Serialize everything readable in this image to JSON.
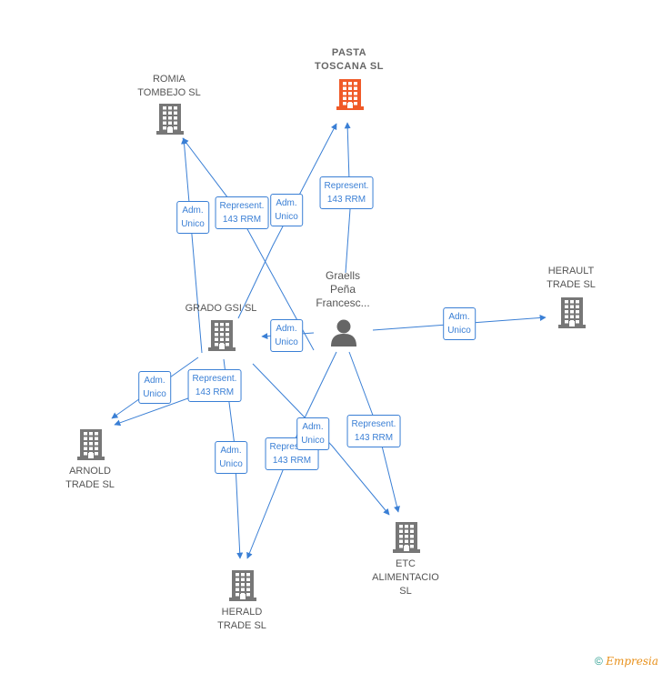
{
  "colors": {
    "edge": "#3a7fd5",
    "building": "#777777",
    "building_highlight": "#f05a28",
    "person": "#666666"
  },
  "nodes": [
    {
      "id": "pasta",
      "label": "PASTA\nTOSCANA  SL",
      "icon": "building-icon",
      "highlight": true
    },
    {
      "id": "romia",
      "label": "ROMIA\nTOMBEJO  SL",
      "icon": "building-icon"
    },
    {
      "id": "grado",
      "label": "GRADO GSI  SL",
      "icon": "building-icon"
    },
    {
      "id": "graells",
      "label": "Graells\nPeña\nFrancesc...",
      "icon": "person-icon"
    },
    {
      "id": "herault",
      "label": "HERAULT\nTRADE SL",
      "icon": "building-icon"
    },
    {
      "id": "arnold",
      "label": "ARNOLD\nTRADE SL",
      "icon": "building-icon"
    },
    {
      "id": "herald",
      "label": "HERALD\nTRADE SL",
      "icon": "building-icon"
    },
    {
      "id": "etc",
      "label": "ETC\nALIMENTACIO\nSL",
      "icon": "building-icon"
    }
  ],
  "edges": [
    {
      "from": "grado",
      "to": "romia",
      "label": "Adm.\nUnico"
    },
    {
      "from": "graells",
      "to": "romia",
      "label": "Represent.\n143 RRM"
    },
    {
      "from": "grado",
      "to": "pasta",
      "label": "Adm.\nUnico"
    },
    {
      "from": "graells",
      "to": "pasta",
      "label": "Represent.\n143 RRM"
    },
    {
      "from": "graells",
      "to": "herault",
      "label": "Adm.\nUnico"
    },
    {
      "from": "graells",
      "to": "grado",
      "label": "Adm.\nUnico"
    },
    {
      "from": "grado",
      "to": "arnold",
      "label": "Adm.\nUnico"
    },
    {
      "from": "grado",
      "to": "arnold",
      "label": "Represent.\n143 RRM"
    },
    {
      "from": "grado",
      "to": "herald",
      "label": "Adm.\nUnico"
    },
    {
      "from": "graells",
      "to": "herald",
      "label": "Represent.\n143 RRM"
    },
    {
      "from": "graells",
      "to": "etc",
      "label": "Represent.\n143 RRM"
    },
    {
      "from": "grado",
      "to": "etc",
      "label": "Adm.\nUnico"
    }
  ],
  "footer": {
    "copyright": "©",
    "brand": "Empresia"
  }
}
